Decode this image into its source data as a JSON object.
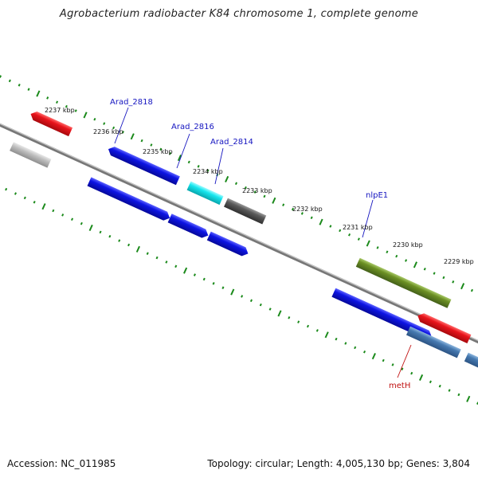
{
  "title": "Agrobacterium radiobacter K84 chromosome 1, complete genome",
  "footer": {
    "accession": "Accession: NC_011985",
    "summary": "Topology: circular; Length: 4,005,130 bp; Genes: 3,804"
  },
  "colors": {
    "forward_red": "#e8141b",
    "reverse_grey": "#bdbdbd",
    "blue": "#0d14e3",
    "cyan": "#16e6ee",
    "dark_grey": "#5a5a5a",
    "olive": "#6b8f23",
    "steel_blue": "#4679b0",
    "tick_green": "#1b8a1b",
    "label_blue": "#1515c0",
    "label_red": "#c01010"
  },
  "ticks": [
    "2237 kbp",
    "2236 kbp",
    "2235 kbp",
    "2234 kbp",
    "2233 kbp",
    "2232 kbp",
    "2231 kbp",
    "2230 kbp",
    "2229 kbp"
  ],
  "gene_labels": [
    {
      "id": "arad2818",
      "text": "Arad_2818",
      "color": "label_blue"
    },
    {
      "id": "arad2816",
      "text": "Arad_2816",
      "color": "label_blue"
    },
    {
      "id": "arad2814",
      "text": "Arad_2814",
      "color": "label_blue"
    },
    {
      "id": "nlpe1",
      "text": "nlpE1",
      "color": "label_blue"
    },
    {
      "id": "meth",
      "text": "metH",
      "color": "label_red"
    }
  ]
}
